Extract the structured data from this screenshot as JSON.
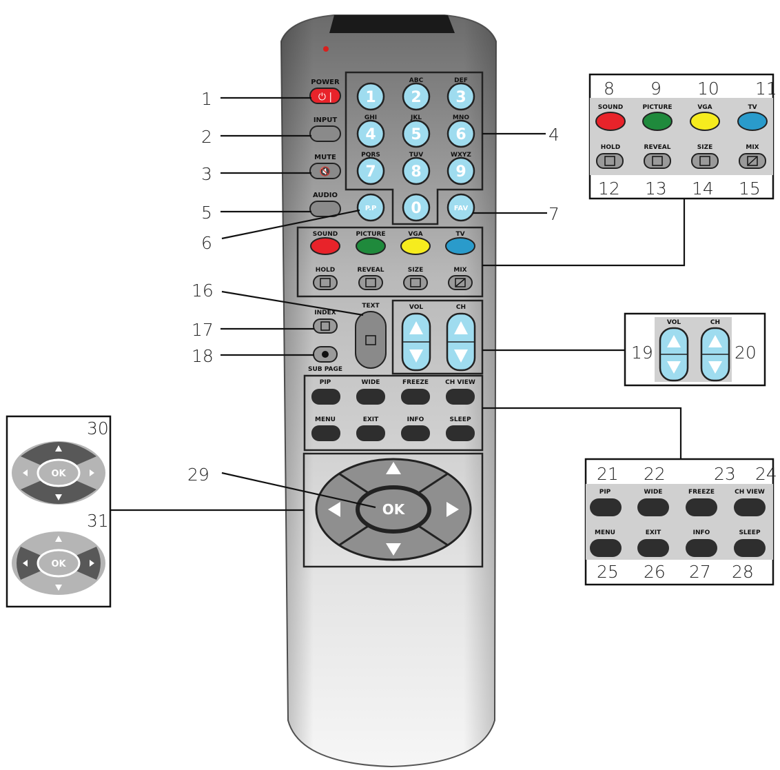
{
  "remote": {
    "power": "POWER",
    "input": "INPUT",
    "mute": "MUTE",
    "audio": "AUDIO",
    "keypad_letters": [
      "ABC",
      "DEF",
      "GHI",
      "JKL",
      "MNO",
      "PQRS",
      "TUV",
      "WXYZ"
    ],
    "digits": [
      "1",
      "2",
      "3",
      "4",
      "5",
      "6",
      "7",
      "8",
      "9",
      "0"
    ],
    "pp": "P.P",
    "fav": "FAV",
    "color_keys": [
      "SOUND",
      "PICTURE",
      "VGA",
      "TV"
    ],
    "teletext_keys": [
      "HOLD",
      "REVEAL",
      "SIZE",
      "MIX"
    ],
    "index": "INDEX",
    "text": "TEXT",
    "subpage": "SUB PAGE",
    "vol": "VOL",
    "ch": "CH",
    "func_row1": [
      "PIP",
      "WIDE",
      "FREEZE",
      "CH VIEW"
    ],
    "func_row2": [
      "MENU",
      "EXIT",
      "INFO",
      "SLEEP"
    ],
    "ok": "OK"
  },
  "callouts": [
    "1",
    "2",
    "3",
    "4",
    "5",
    "6",
    "7",
    "8",
    "9",
    "10",
    "11",
    "12",
    "13",
    "14",
    "15",
    "16",
    "17",
    "18",
    "19",
    "20",
    "21",
    "22",
    "23",
    "24",
    "25",
    "26",
    "27",
    "28",
    "29",
    "30",
    "31"
  ],
  "colors": {
    "red": "#e8232a",
    "green": "#1f8a3c",
    "yellow": "#f6ec1e",
    "blue": "#2a9bcb",
    "keypad": "#9fdcef",
    "dark_key": "#2e2e2e",
    "gray_key": "#8a8a8a"
  }
}
